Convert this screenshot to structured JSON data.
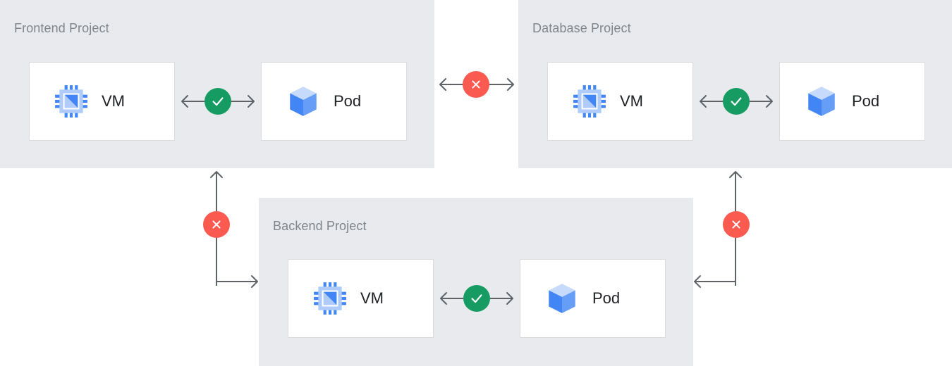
{
  "diagram": {
    "title_role": "project-isolation-diagram",
    "colors": {
      "page_background": "#ffffff",
      "panel_background": "#e8eaed",
      "card_background": "#ffffff",
      "card_border": "#dadce0",
      "panel_title_text": "#80868b",
      "node_label_text": "#202124",
      "arrow_stroke": "#5f6368",
      "allowed_badge": "#169b62",
      "blocked_badge": "#fa5a50",
      "vm_icon_blue": "#4285f4",
      "vm_icon_light_blue": "#aecbfa",
      "pod_icon_top": "#c6dafc",
      "pod_icon_left": "#4285f4",
      "pod_icon_right": "#669df6"
    },
    "panels": [
      {
        "id": "frontend",
        "title": "Frontend Project",
        "nodes": [
          {
            "id": "frontend-vm",
            "label": "VM",
            "icon": "vm-chip-icon"
          },
          {
            "id": "frontend-pod",
            "label": "Pod",
            "icon": "pod-cube-icon"
          }
        ],
        "internal_link": {
          "status": "allowed",
          "badge_icon": "check-icon",
          "direction": "bidirectional"
        }
      },
      {
        "id": "database",
        "title": "Database Project",
        "nodes": [
          {
            "id": "database-vm",
            "label": "VM",
            "icon": "vm-chip-icon"
          },
          {
            "id": "database-pod",
            "label": "Pod",
            "icon": "pod-cube-icon"
          }
        ],
        "internal_link": {
          "status": "allowed",
          "badge_icon": "check-icon",
          "direction": "bidirectional"
        }
      },
      {
        "id": "backend",
        "title": "Backend Project",
        "nodes": [
          {
            "id": "backend-vm",
            "label": "VM",
            "icon": "vm-chip-icon"
          },
          {
            "id": "backend-pod",
            "label": "Pod",
            "icon": "pod-cube-icon"
          }
        ],
        "internal_link": {
          "status": "allowed",
          "badge_icon": "check-icon",
          "direction": "bidirectional"
        }
      }
    ],
    "cross_project_links": [
      {
        "id": "frontend-to-database",
        "from": "frontend",
        "to": "database",
        "status": "blocked",
        "badge_icon": "cross-icon",
        "direction": "bidirectional",
        "shape": "horizontal"
      },
      {
        "id": "frontend-to-backend",
        "from": "backend",
        "to": "frontend",
        "status": "blocked",
        "badge_icon": "cross-icon",
        "direction": "bidirectional",
        "shape": "elbow-left"
      },
      {
        "id": "backend-to-database",
        "from": "backend",
        "to": "database",
        "status": "blocked",
        "badge_icon": "cross-icon",
        "direction": "bidirectional",
        "shape": "elbow-right"
      }
    ]
  }
}
